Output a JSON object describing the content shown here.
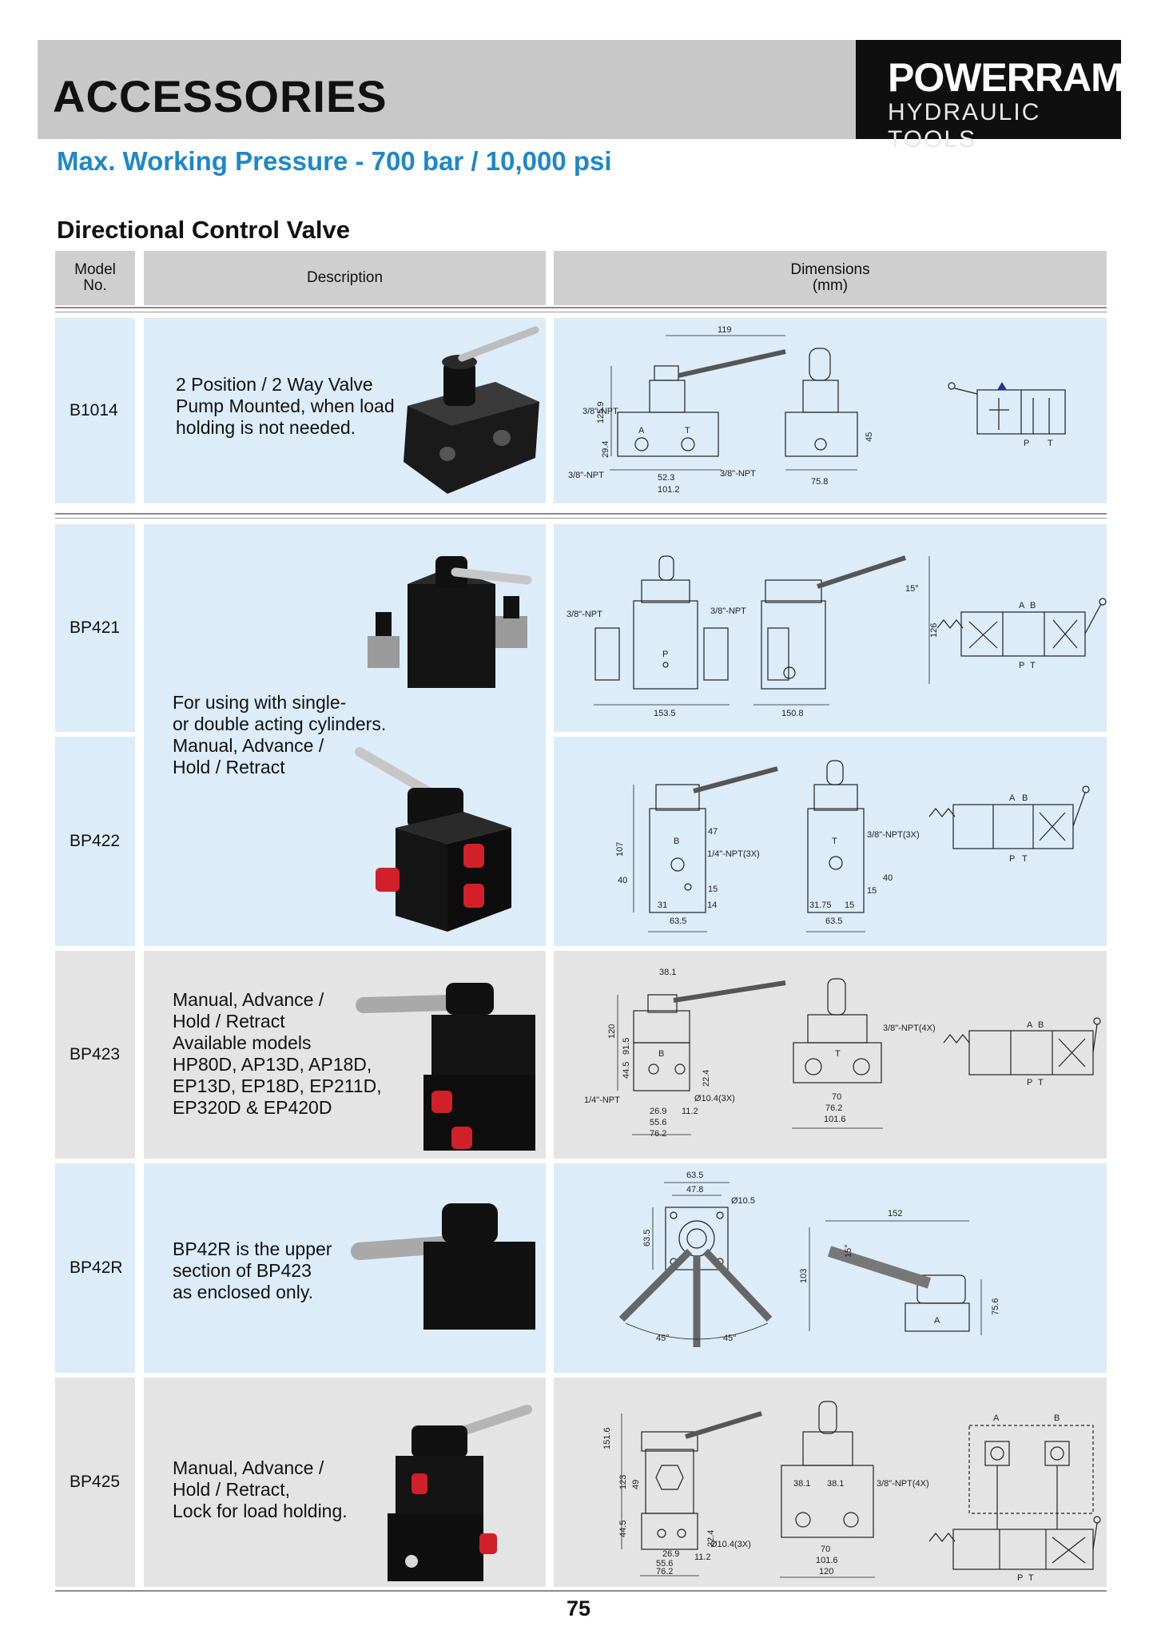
{
  "header": {
    "title": "ACCESSORIES",
    "logo_main": "POWERRAM",
    "logo_sub": "HYDRAULIC TOOLS"
  },
  "subtitle": "Max. Working Pressure - 700 bar / 10,000 psi",
  "section_title": "Directional Control Valve",
  "table": {
    "headers": {
      "model": "Model\nNo.",
      "description": "Description",
      "dimensions": "Dimensions\n(mm)"
    },
    "rows": [
      {
        "model": "B1014",
        "description": [
          "2 Position / 2 Way Valve",
          "Pump Mounted, when load",
          "holding is not needed."
        ],
        "dims": {
          "d1": "119",
          "d2": "125.9",
          "d3": "3/8\"-NPT",
          "d4": "29.4",
          "d5": "3/8\"-NPT",
          "d6": "52.3",
          "d7": "101.2",
          "d8": "3/8\"-NPT",
          "d9": "75.8",
          "d10": "45"
        },
        "ports": {
          "a": "A",
          "t": "T",
          "p": "P",
          "t2": "T"
        }
      },
      {
        "model": "BP421",
        "dims": {
          "d1": "3/8\"-NPT",
          "d2": "3/8\"-NPT",
          "d3": "153.5",
          "d4": "150.8",
          "d5": "126",
          "d6": "15°"
        },
        "ports": {
          "a": "A",
          "b": "B",
          "p": "P",
          "t": "T",
          "pp": "P"
        }
      },
      {
        "model": "BP422",
        "dims": {
          "d1": "107",
          "d2": "47",
          "d3": "1/4\"-NPT(3X)",
          "d4": "40",
          "d5": "15",
          "d6": "31",
          "d7": "14",
          "d8": "63.5",
          "d9": "3/8\"-NPT(3X)",
          "d10": "40",
          "d11": "15",
          "d12": "31.75",
          "d13": "15",
          "d14": "63.5"
        },
        "ports": {
          "a": "A",
          "b": "B",
          "p": "P",
          "t": "T",
          "bb": "B",
          "tt": "T"
        }
      },
      {
        "model": "BP423",
        "description": [
          "Manual, Advance /",
          "Hold / Retract",
          "Available models",
          "HP80D, AP13D, AP18D,",
          "EP13D, EP18D, EP211D,",
          "EP320D & EP420D"
        ],
        "dims": {
          "d1": "38.1",
          "d2": "120",
          "d3": "91.5",
          "d4": "44.5",
          "d5": "22.4",
          "d6": "1/4\"-NPT",
          "d7": "Ø10.4(3X)",
          "d8": "26.9",
          "d9": "11.2",
          "d10": "55.6",
          "d11": "76.2",
          "d12": "3/8\"-NPT(4X)",
          "d13": "70",
          "d14": "76.2",
          "d15": "101.6"
        },
        "ports": {
          "a": "A",
          "b": "B",
          "p": "P",
          "t": "T",
          "bb": "B",
          "tt": "T"
        }
      },
      {
        "model": "BP42R",
        "description": [
          "BP42R is the upper",
          "section of BP423",
          "as enclosed only."
        ],
        "dims": {
          "d1": "63.5",
          "d2": "47.8",
          "d3": "Ø10.5",
          "d4": "63.5",
          "d5": "45°",
          "d6": "45°",
          "d7": "152",
          "d8": "103",
          "d9": "15°",
          "d10": "75.6"
        },
        "ports": {
          "a": "A"
        }
      },
      {
        "model": "BP425",
        "description": [
          "Manual, Advance /",
          "Hold / Retract,",
          "Lock for load holding."
        ],
        "dims": {
          "d1": "151.6",
          "d2": "123",
          "d3": "49",
          "d4": "44.5",
          "d5": "22.4",
          "d6": "Ø10.4(3X)",
          "d7": "26.9",
          "d8": "11.2",
          "d9": "55.6",
          "d10": "76.2",
          "d11": "38.1",
          "d12": "38.1",
          "d13": "3/8\"-NPT(4X)",
          "d14": "70",
          "d15": "101.6",
          "d16": "120"
        },
        "ports": {
          "a": "A",
          "b": "B",
          "p": "P",
          "t": "T"
        }
      }
    ],
    "shared_description": [
      "For using with single-",
      "or double acting cylinders.",
      "Manual, Advance /",
      "Hold / Retract"
    ]
  },
  "page_number": "75",
  "colors": {
    "accent": "#1e88c8",
    "row_blue": "#dcecf8",
    "row_grey": "#e4e4e4",
    "header_grey": "#c8c8c8"
  }
}
